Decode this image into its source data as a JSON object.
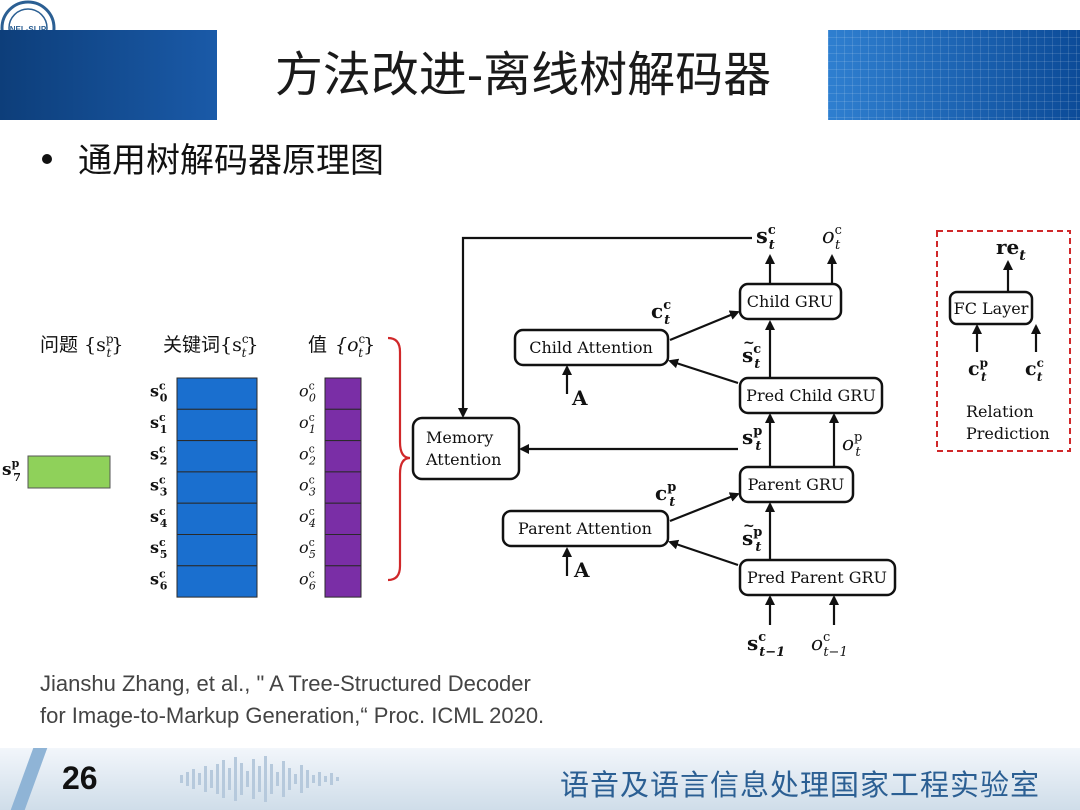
{
  "slide": {
    "title": "方法改进-离线树解码器",
    "bullet": "通用树解码器原理图",
    "citation_line1": "Jianshu Zhang, et al., \" A Tree-Structured Decoder",
    "citation_line2": "for Image-to-Markup Generation,“ Proc. ICML 2020.",
    "page_number": "26",
    "footer_org": "语音及语言信息处理国家工程实验室",
    "seal_text": "NEL-SLIP"
  },
  "colors": {
    "title_band_dark": "#0d3e7a",
    "title_band_light": "#2f7fd0",
    "keyword_blue": "#1a6fcf",
    "value_purple": "#7a2ea6",
    "question_green": "#8fd15a",
    "brace_red": "#d0282a",
    "dashed_red": "#d0282a",
    "footer_text": "#2b5f93"
  },
  "diagram": {
    "memory_headers": {
      "question": "问题",
      "question_var": "{s",
      "question_sup": "p",
      "question_sub": "t",
      "keywords": "关键词",
      "keywords_var": "{s",
      "keywords_sup": "c",
      "keywords_sub": "t",
      "values": "值",
      "values_var": "{o",
      "values_sup": "c",
      "values_sub": "t"
    },
    "question_slot": {
      "base": "s",
      "sup": "p",
      "sub": "7"
    },
    "keyword_rows": [
      {
        "base": "s",
        "sup": "c",
        "sub": "0"
      },
      {
        "base": "s",
        "sup": "c",
        "sub": "1"
      },
      {
        "base": "s",
        "sup": "c",
        "sub": "2"
      },
      {
        "base": "s",
        "sup": "c",
        "sub": "3"
      },
      {
        "base": "s",
        "sup": "c",
        "sub": "4"
      },
      {
        "base": "s",
        "sup": "c",
        "sub": "5"
      },
      {
        "base": "s",
        "sup": "c",
        "sub": "6"
      }
    ],
    "value_rows": [
      {
        "base": "o",
        "sup": "c",
        "sub": "0"
      },
      {
        "base": "o",
        "sup": "c",
        "sub": "1"
      },
      {
        "base": "o",
        "sup": "c",
        "sub": "2"
      },
      {
        "base": "o",
        "sup": "c",
        "sub": "3"
      },
      {
        "base": "o",
        "sup": "c",
        "sub": "4"
      },
      {
        "base": "o",
        "sup": "c",
        "sub": "5"
      },
      {
        "base": "o",
        "sup": "c",
        "sub": "6"
      }
    ],
    "nodes": {
      "memory_attention_line1": "Memory",
      "memory_attention_line2": "Attention",
      "child_attention": "Child Attention",
      "parent_attention": "Parent Attention",
      "child_gru": "Child GRU",
      "pred_child_gru": "Pred Child GRU",
      "parent_gru": "Parent GRU",
      "pred_parent_gru": "Pred Parent GRU",
      "fc_layer": "FC Layer",
      "relation_line1": "Relation",
      "relation_line2": "Prediction"
    },
    "symbols": {
      "A": "A",
      "re": "re",
      "re_sub": "t",
      "s": "s",
      "o": "o",
      "c": "c",
      "t": "t",
      "p": "p",
      "t_minus_1": "t−1",
      "tilde": "~"
    }
  }
}
